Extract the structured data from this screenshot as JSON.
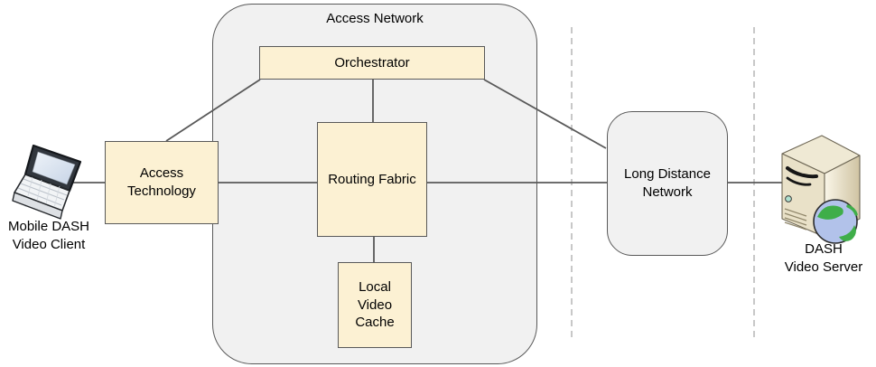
{
  "colors": {
    "node_fill": "#FCF1D3",
    "node_border": "#595959",
    "container_fill": "#F1F1F1",
    "container_border": "#595959",
    "connector": "#595959",
    "boundary_dash": "#C8C8C8",
    "text": "#000000"
  },
  "containers": {
    "access_network": {
      "label": "Access Network"
    },
    "long_distance_network": {
      "label": "Long Distance\nNetwork"
    }
  },
  "nodes": {
    "orchestrator": {
      "label": "Orchestrator"
    },
    "access_technology": {
      "label": "Access\nTechnology"
    },
    "routing_fabric": {
      "label": "Routing Fabric"
    },
    "local_video_cache": {
      "label": "Local\nVideo\nCache"
    }
  },
  "endpoints": {
    "client": {
      "label": "Mobile DASH\nVideo Client",
      "icon": "laptop-icon"
    },
    "server": {
      "label": "DASH\nVideo Server",
      "icon": "server-globe-icon"
    }
  }
}
